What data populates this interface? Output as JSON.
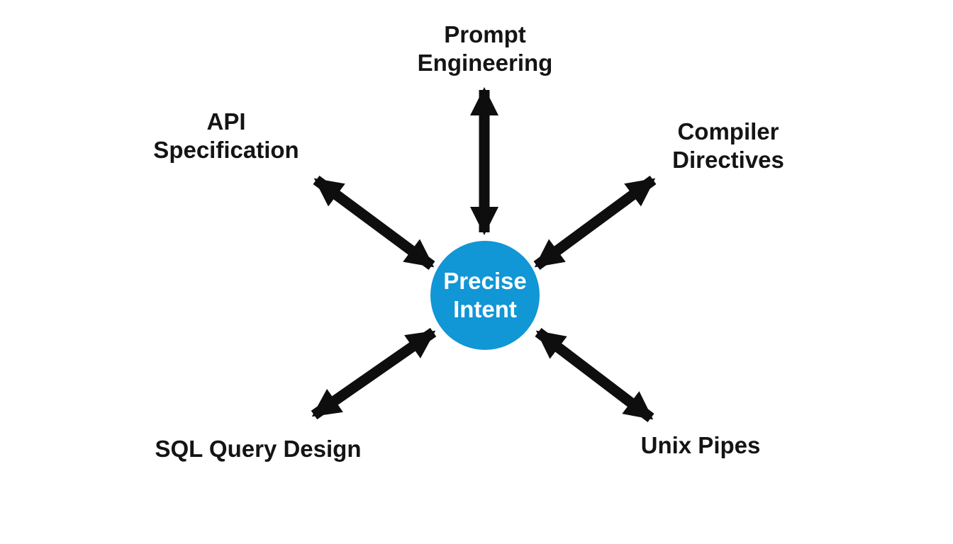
{
  "diagram": {
    "title": "Precise Intent diagram",
    "center": {
      "id": "precise-intent",
      "label": "Precise\nIntent",
      "shape": "circle"
    },
    "nodes": [
      {
        "id": "prompt-engineering",
        "label": "Prompt\nEngineering",
        "position": "top"
      },
      {
        "id": "api-specification",
        "label": "API\nSpecification",
        "position": "upper-left"
      },
      {
        "id": "compiler-directives",
        "label": "Compiler\nDirectives",
        "position": "upper-right"
      },
      {
        "id": "sql-query-design",
        "label": "SQL Query Design",
        "position": "lower-left"
      },
      {
        "id": "unix-pipes",
        "label": "Unix Pipes",
        "position": "lower-right"
      }
    ],
    "connections": [
      {
        "from": "precise-intent",
        "to": "prompt-engineering",
        "style": "double-headed-arrow"
      },
      {
        "from": "precise-intent",
        "to": "api-specification",
        "style": "double-headed-arrow"
      },
      {
        "from": "precise-intent",
        "to": "compiler-directives",
        "style": "double-headed-arrow"
      },
      {
        "from": "precise-intent",
        "to": "sql-query-design",
        "style": "double-headed-arrow"
      },
      {
        "from": "precise-intent",
        "to": "unix-pipes",
        "style": "double-headed-arrow"
      }
    ],
    "colors": {
      "background": "#ffffff",
      "circle_fill": "#1196d6",
      "arrow": "#0e0e0e",
      "text": "#141414",
      "center_text": "#ffffff"
    }
  }
}
